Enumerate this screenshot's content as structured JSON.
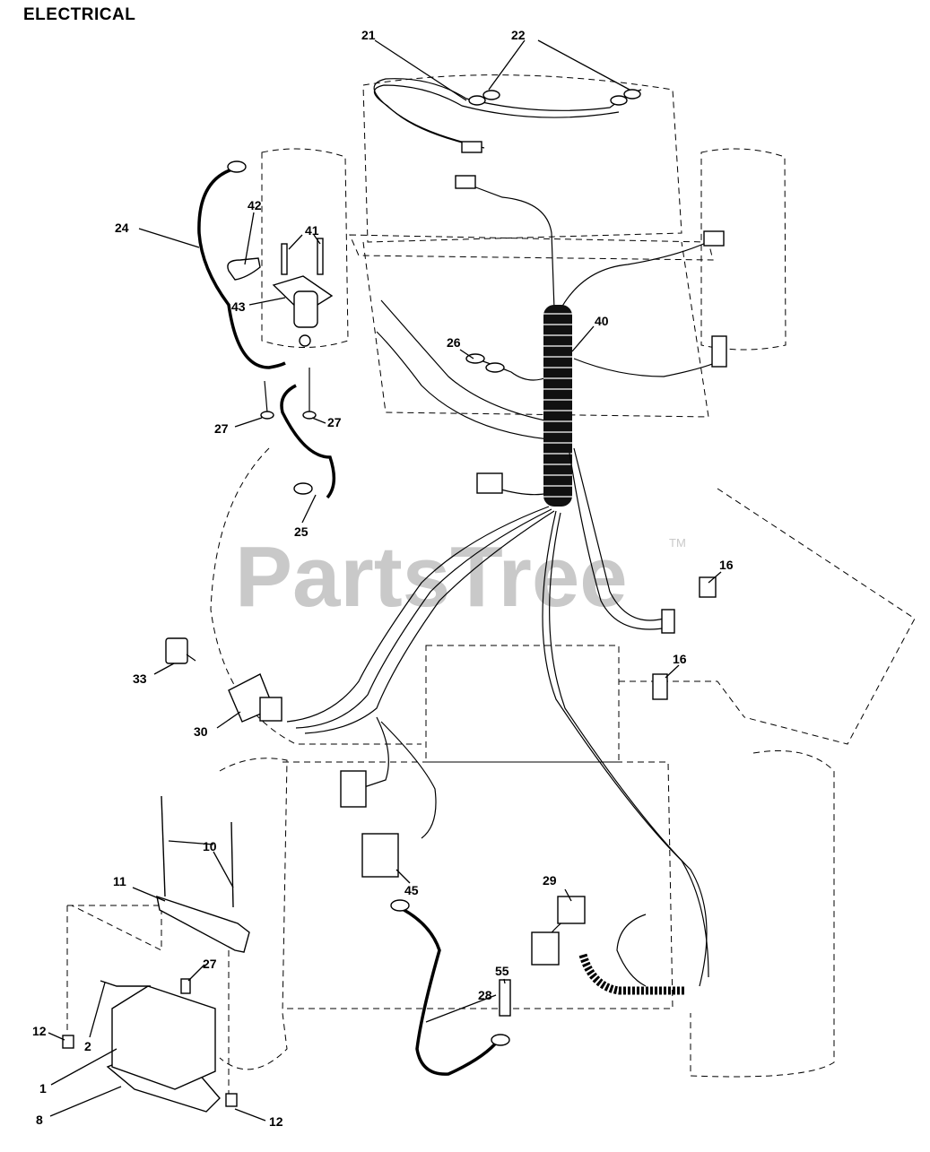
{
  "title": "ELECTRICAL",
  "watermark": {
    "text": "PartsTree",
    "mark": "TM"
  },
  "callouts": {
    "c1": "1",
    "c2": "2",
    "c8": "8",
    "c10": "10",
    "c11": "11",
    "c12a": "12",
    "c12b": "12",
    "c16a": "16",
    "c16b": "16",
    "c21": "21",
    "c22": "22",
    "c24": "24",
    "c25": "25",
    "c26": "26",
    "c27a": "27",
    "c27b": "27",
    "c27c": "27",
    "c28": "28",
    "c29": "29",
    "c30": "30",
    "c33": "33",
    "c40": "40",
    "c41": "41",
    "c42": "42",
    "c43": "43",
    "c45": "45",
    "c55": "55"
  }
}
